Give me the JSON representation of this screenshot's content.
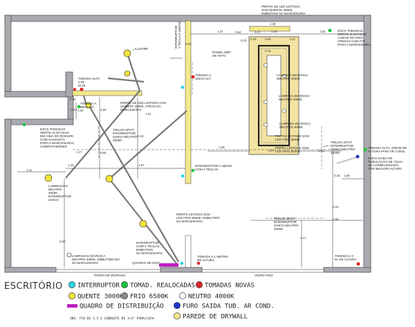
{
  "title": "ESCRITÓRIO",
  "colors": {
    "wall": "#a9a9b0",
    "drywall": "#f3e88a",
    "cyan": "#29d3e6",
    "green": "#19c43c",
    "red": "#e02424",
    "yellow": "#f2e23a",
    "gray": "#8a8a8a",
    "white": "#ffffff",
    "magenta": "#c11ec1",
    "blue": "#1f35c8"
  },
  "plan": {
    "labels": {
      "perfil_top": "PERFIS DE LED LEITOSO\n2CM QUENTE 3000K,\nEMBUTIDO NA MARCENARIA",
      "esc_tomadas_right": "ESCS TOMADAS\nSERÃO ALOCADAS\nA 50CM DO PISO\nAPENAS COM FIO\nPARA A MARCENARIA",
      "lustre": "LUSTRE",
      "interruptor_tecla": "INTERRUPTOR\n1 TECLA A 100CM",
      "painel_mdf": "PAINEL MDF\nDE TETO",
      "tomada_alta_left": "TOMADA ALTA\n2.05\nM.25",
      "tomada_mid": "TOMADA A\n110cm ALT.",
      "lampada_dicroica_1": "LAMPADA DICROICA\nNEUTRO 4000K",
      "perfil_led_mid": "PERFIL DE LED LEITOSO 2CM\nQUENTE 3000K, ATRÁS DA\nMARCENARIA",
      "lampada_dicroica_2": "LAMPADA DICROICA\nNEUTRO 4000K",
      "tomada_98": "TOMADA A\n98cm ALT.",
      "esc_tomadas_left": "ESCS TOMADAS\nSERÃO ALOCADAS\nEM CIMA DO RODAPE\nCOM CANALETA\nPARA A MARCENARIA/\nCOMPUTADORES",
      "trilho_spot_1": "TRILHO SPOT\nINTERRUPTOR\nUNICO NEUTRO\n4000K",
      "lampada_dicroica_3": "LAMPADA DICROICA\nNEUTRO 4000K",
      "perfis_frio": "PERFIS LEITOSO 2CM\nLED FRIO 6500K",
      "perfil_frio_2": "PERFIL LEITOSO 2CM\nLED FRIO 6500K",
      "trilho_spot_right": "TRILHO SPOT\nINTERRUPTOR\nUNICO NEUTRO\n4000K",
      "tomada_alta_right": "TOMADA ALTA, 220CM DE\nALTURA PARA AR COND.",
      "furo_saida": "FURO SAIDA DE\nTUBULAÇÃO DE ÁGUA\nAR CONDICIONADO,\nVER MELHOR ALTURA",
      "interruptor_150": "INTERRUPTOR A 150CM\nCOM 4 TECLAS",
      "luminarias": "LUMINARIAS\nNEUTRO\n4000K\nINTERRUPTOR\nUNICO",
      "perfis_frio_bottom": "PERFIS LEITOSO 2CM\nLED FRIO 6500K, EMBUTIDO\nNA MARCENARIA",
      "trilho_spot_2": "TRILHO SPOT\nINTERRUPTOR\nUNICO NEUTRO\n4000K",
      "interruptor_4": "INTERRUPTOR\nCOM 4 TECLAS,\nEMBUTIDO\nNA MARCENARIA",
      "lampadas_dicroica_bottom": "LAMPADAS DICROICA\nNEUTRO 4000K, EMBUTIDO NO\nNA MARCENARIA",
      "quadro_dist": "QUADRO DE DIST.",
      "tomada_1m": "TOMADA A 1 METRO\nDE ALTURA",
      "tomada_2": "TOMADA A 2\nM. DE ALTURA",
      "porta": "PORTA DE ENTRADA",
      "vidro": "VIDRO FIXO"
    },
    "dims": [
      "1.27",
      "1.15",
      "0.55",
      "0.15",
      "1.52",
      "0.25",
      "0.57",
      "0.61",
      "0.47",
      "0.31",
      "1.28",
      "0.69",
      "0.57",
      "2.05",
      "1.27",
      "0.66",
      "1.11",
      "1.25",
      "1.87",
      "1.31",
      "0.90",
      "0.16",
      "2.04",
      "1.68",
      "0.32",
      "0.60",
      "1.17",
      "0.55",
      "1.28",
      "0.52",
      "1.10",
      "0.64"
    ]
  },
  "legend": {
    "items": [
      {
        "key": "cyan",
        "label": "INTERRUPTOR"
      },
      {
        "key": "green",
        "label": "TOMAD. REALOCADAS"
      },
      {
        "key": "red",
        "label": "TOMADAS NOVAS"
      },
      {
        "key": "yellow",
        "label": "QUENTE 3000K"
      },
      {
        "key": "gray",
        "label": "FRIO 6500K"
      },
      {
        "key": "white",
        "label": "NEUTRO 4000K"
      },
      {
        "key": "magenta",
        "label": "QUADRO DE DISTRIBUIÇÃO"
      },
      {
        "key": "blue",
        "label": "FURO SAIDA TUB. AR COND."
      },
      {
        "key": "drywall",
        "label": "PAREDE DE DRYWALL"
      }
    ],
    "note": "OBS: FIO DE 1.5 E CONDUITE DE 3/4\" PARA/LSCH"
  }
}
